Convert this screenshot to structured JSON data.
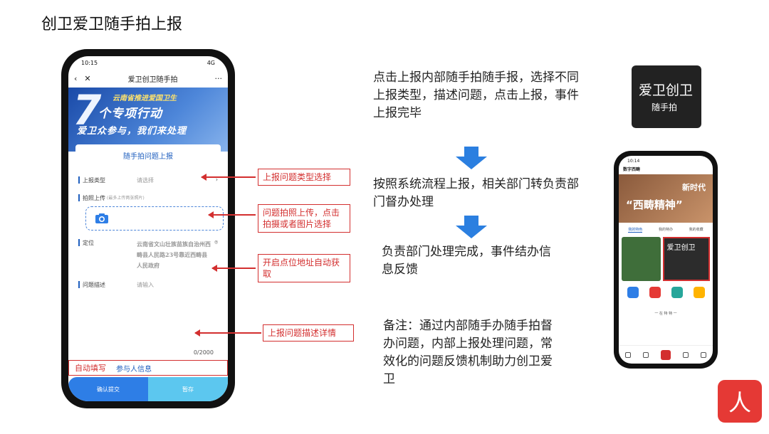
{
  "title": "创卫爱卫随手拍上报",
  "phone1": {
    "time": "10:15",
    "signal": "4G",
    "nav_title": "爱卫创卫随手拍",
    "nav_more": "···",
    "banner_top": "云南省推进爱国卫生",
    "banner_seven": "7",
    "banner_mid": "个专项行动",
    "banner_bottom": "爱卫众参与，我们来处理",
    "form_title": "随手拍问题上报",
    "type_label": "上报类型",
    "type_value": "请选择",
    "type_arrow": "›",
    "photo_label": "拍照上传",
    "photo_hint": "(最多上传两张照片)",
    "location_label": "定位",
    "location_value": "云南省文山壮族苗族自治州西畴县人民路23号靠近西畴县人民政府",
    "desc_label": "问题描述",
    "desc_placeholder": "请输入",
    "char_count": "0/2000",
    "autofill_label": "自动填写",
    "participant_info": "参与人信息",
    "confirm_button": "确认提交",
    "temp_button": "暂存"
  },
  "annotations": {
    "type_select": "上报问题类型选择",
    "photo_upload": "问题拍照上传，点击拍摄或者图片选择",
    "location_auto": "开启点位地址自动获取",
    "desc_detail": "上报问题描述详情"
  },
  "flow": {
    "step1": "点击上报内部随手拍随手报，选择不同上报类型，描述问题，点击上报，事件上报完毕",
    "step2": "按照系统流程上报，相关部门转负责部门督办处理",
    "step3": "负责部门处理完成，事件结办信息反馈",
    "note": "备注：通过内部随手办随手拍督办问题，内部上报处理问题，常效化的问题反馈机制助力创卫爱卫"
  },
  "logo_tile": {
    "line1": "爱卫创卫",
    "line2": "随手拍"
  },
  "phone2": {
    "time": "10:14",
    "app_name": "数字西畴",
    "banner_top": "新时代",
    "banner_main": "“西畴精神”",
    "tabs": [
      "我的特色",
      "我的特办",
      "我的收藏"
    ],
    "highlight_tile": "爱卫创卫",
    "section_title": "一 在 特 特 一"
  },
  "corner_logo": "人"
}
